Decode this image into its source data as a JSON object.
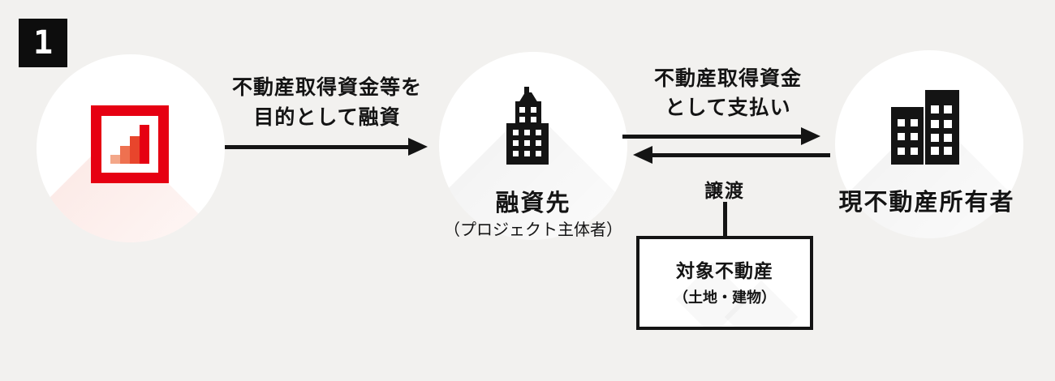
{
  "step_badge": {
    "number": "1"
  },
  "lender_node": {
    "icon": "bar-chart-logo"
  },
  "loan_arrow": {
    "direction": "right",
    "line1": "不動産取得資金等を",
    "line2": "目的として融資"
  },
  "borrower_node": {
    "icon": "office-building-icon",
    "label": "融資先",
    "sublabel": "（プロジェクト主体者）"
  },
  "payment_arrow": {
    "direction": "right",
    "line1": "不動産取得資金",
    "line2": "として支払い"
  },
  "transfer_arrow": {
    "direction": "left",
    "label": "譲渡"
  },
  "owner_node": {
    "icon": "two-buildings-icon",
    "label": "現不動産所有者"
  },
  "property_box": {
    "title": "対象不動産",
    "subtitle": "（土地・建物）"
  },
  "colors": {
    "background": "#f2f1ef",
    "ink": "#141414",
    "brand_red": "#e60012",
    "logo_bars": [
      "#f3a789",
      "#ee7150",
      "#e8452c",
      "#e60012"
    ]
  }
}
